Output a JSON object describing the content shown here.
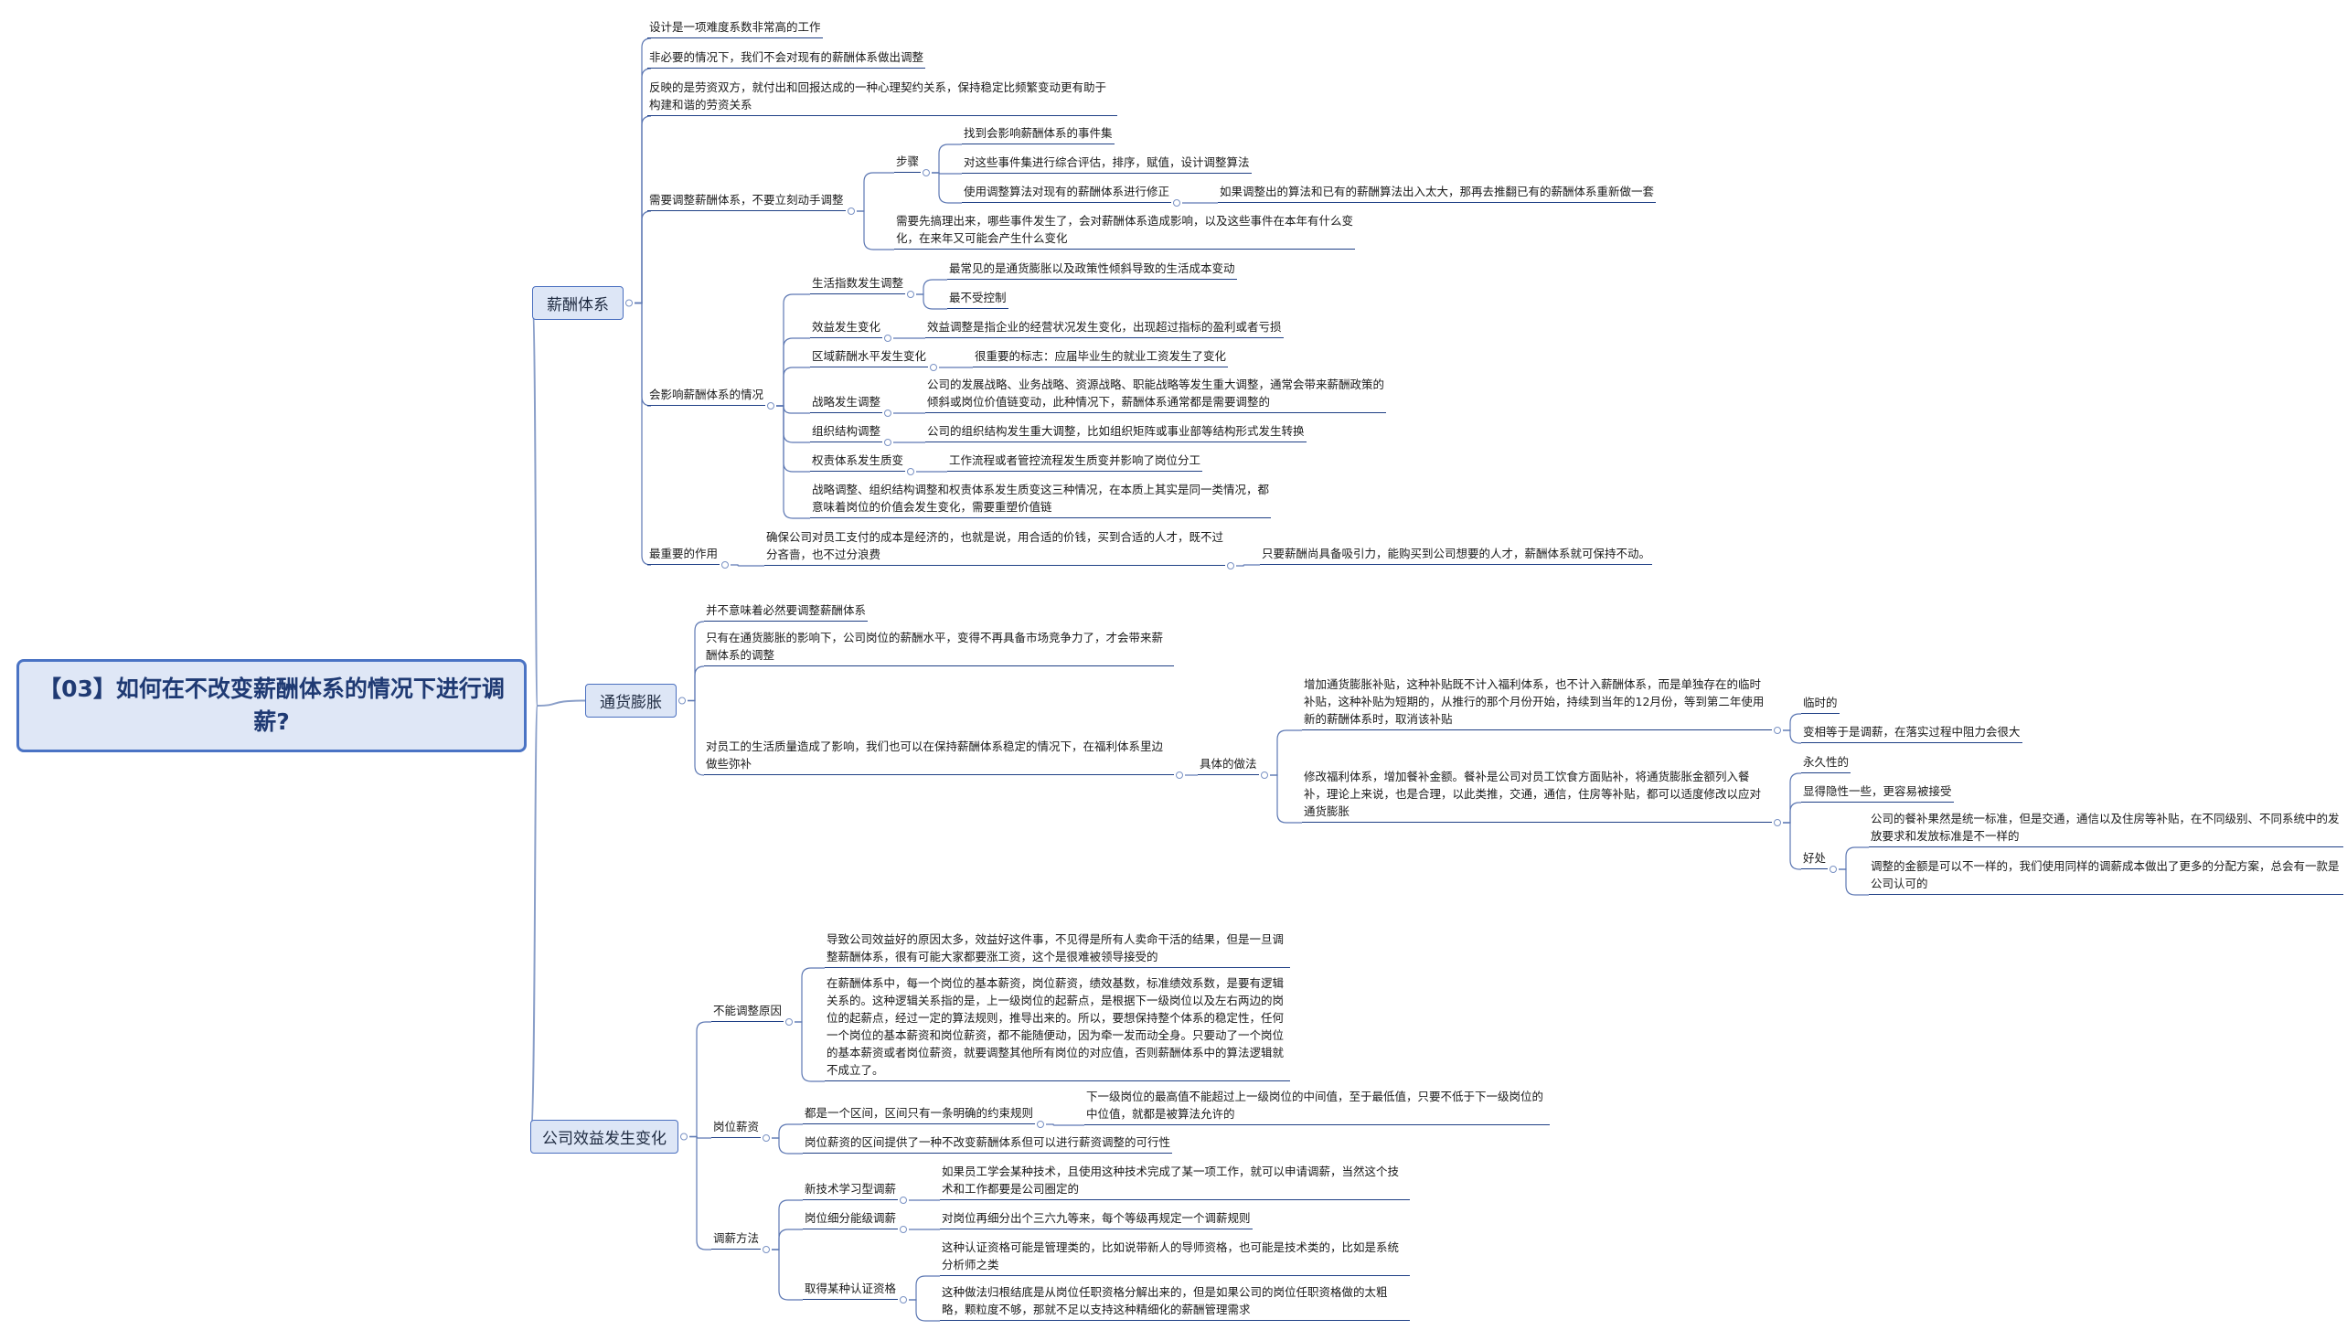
{
  "root": "【03】如何在不改变薪酬体系的情况下进行调薪?",
  "branches": {
    "xinchou": {
      "label": "薪酬体系",
      "items": [
        "设计是一项难度系数非常高的工作",
        "非必要的情况下，我们不会对现有的薪酬体系做出调整",
        "反映的是劳资双方，就付出和回报达成的一种心理契约关系，保持稳定比频繁变动更有助于构建和谐的劳资关系"
      ],
      "need": {
        "label": "需要调整薪酬体系，不要立刻动手调整",
        "steps_label": "步骤",
        "steps": [
          "找到会影响薪酬体系的事件集",
          "对这些事件集进行综合评估，排序，赋值，设计调整算法",
          "使用调整算法对现有的薪酬体系进行修正"
        ],
        "steps_note": "如果调整出的算法和已有的薪酬算法出入太大，那再去推翻已有的薪酬体系重新做一套",
        "clarify": "需要先搞理出来，哪些事件发生了，会对薪酬体系造成影响，以及这些事件在本年有什么变化，在来年又可能会产生什么变化"
      },
      "factors": {
        "label": "会影响薪酬体系的情况",
        "cost_label": "生活指数发生调整",
        "cost_notes": [
          "最常见的是通货膨胀以及政策性倾斜导致的生活成本变动",
          "最不受控制"
        ],
        "profit_label": "效益发生变化",
        "profit_note": "效益调整是指企业的经营状况发生变化，出现超过指标的盈利或者亏损",
        "region_label": "区域薪酬水平发生变化",
        "region_note": "很重要的标志：应届毕业生的就业工资发生了变化",
        "strategy_label": "战略发生调整",
        "strategy_note": "公司的发展战略、业务战略、资源战略、职能战略等发生重大调整，通常会带来薪酬政策的倾斜或岗位价值链变动，此种情况下，薪酬体系通常都是需要调整的",
        "org_label": "组织结构调整",
        "org_note": "公司的组织结构发生重大调整，比如组织矩阵或事业部等结构形式发生转换",
        "power_label": "权责体系发生质变",
        "power_note": "工作流程或者管控流程发生质变并影响了岗位分工",
        "summary": "战略调整、组织结构调整和权责体系发生质变这三种情况，在本质上其实是同一类情况，都意味着岗位的价值会发生变化，需要重塑价值链"
      },
      "role": {
        "label": "最重要的作用",
        "text": "确保公司对员工支付的成本是经济的，也就是说，用合适的价钱，买到合适的人才，既不过分吝啬，也不过分浪费",
        "note": "只要薪酬尚具备吸引力，能购买到公司想要的人才，薪酬体系就可保持不动。"
      }
    },
    "inflation": {
      "label": "通货膨胀",
      "items": [
        "并不意味着必然要调整薪酬体系",
        "只有在通货膨胀的影响下，公司岗位的薪酬水平，变得不再具备市场竞争力了，才会带来薪酬体系的调整",
        "对员工的生活质量造成了影响，我们也可以在保持薪酬体系稳定的情况下，在福利体系里边做些弥补"
      ],
      "method_label": "具体的做法",
      "m1": "增加通货膨胀补贴，这种补贴既不计入福利体系，也不计入薪酬体系，而是单独存在的临时补贴，这种补贴为短期的，从推行的那个月份开始，持续到当年的12月份，等到第二年使用新的薪酬体系时，取消该补贴",
      "m1_notes": [
        "临时的",
        "变相等于是调薪，在落实过程中阻力会很大"
      ],
      "m2": "修改福利体系，增加餐补金额。餐补是公司对员工饮食方面贴补，将通货膨胀金额列入餐补，理论上来说，也是合理，以此类推，交通，通信，住房等补贴，都可以适度修改以应对通货膨胀",
      "m2_notes": [
        "永久性的",
        "显得隐性一些，更容易被接受"
      ],
      "benefit_label": "好处",
      "benefits": [
        "公司的餐补果然是统一标准，但是交通，通信以及住房等补贴，在不同级别、不同系统中的发放要求和发放标准是不一样的",
        "调整的金额是可以不一样的，我们使用同样的调薪成本做出了更多的分配方案，总会有一款是公司认可的"
      ]
    },
    "profit": {
      "label": "公司效益发生变化",
      "why_label": "不能调整原因",
      "why": [
        "导致公司效益好的原因太多，效益好这件事，不见得是所有人卖命干活的结果，但是一旦调整薪酬体系，很有可能大家都要涨工资，这个是很难被领导接受的",
        "在薪酬体系中，每一个岗位的基本薪资，岗位薪资，绩效基数，标准绩效系数，是要有逻辑关系的。这种逻辑关系指的是，上一级岗位的起薪点，是根据下一级岗位以及左右两边的岗位的起薪点，经过一定的算法规则，推导出来的。所以，要想保持整个体系的稳定性，任何一个岗位的基本薪资和岗位薪资，都不能随便动，因为牵一发而动全身。只要动了一个岗位的基本薪资或者岗位薪资，就要调整其他所有岗位的对应值，否则薪酬体系中的算法逻辑就不成立了。"
      ],
      "salary_label": "岗位薪资",
      "salary_range": "都是一个区间，区间只有一条明确的约束规则",
      "salary_rule": "下一级岗位的最高值不能超过上一级岗位的中间值，至于最低值，只要不低于下一级岗位的中位值，就都是被算法允许的",
      "salary_note": "岗位薪资的区间提供了一种不改变薪酬体系但可以进行薪资调整的可行性",
      "ways_label": "调薪方法",
      "w1_label": "新技术学习型调薪",
      "w1_note": "如果员工学会某种技术，且使用这种技术完成了某一项工作，就可以申请调薪，当然这个技术和工作都要是公司圈定的",
      "w2_label": "岗位细分能级调薪",
      "w2_note": "对岗位再细分出个三六九等来，每个等级再规定一个调薪规则",
      "w3_label": "取得某种认证资格",
      "w3_notes": [
        "这种认证资格可能是管理类的，比如说带新人的导师资格，也可能是技术类的，比如是系统分析师之类",
        "这种做法归根结底是从岗位任职资格分解出来的，但是如果公司的岗位任职资格做的太粗略，颗粒度不够，那就不足以支持这种精细化的薪酬管理需求"
      ]
    }
  }
}
